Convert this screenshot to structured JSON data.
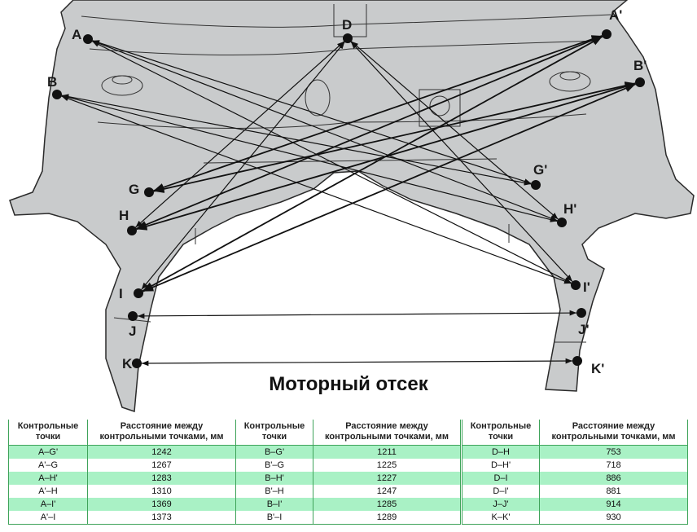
{
  "diagram": {
    "title": "Моторный отсек",
    "points": [
      {
        "id": "A",
        "label": "A"
      },
      {
        "id": "B",
        "label": "B"
      },
      {
        "id": "D",
        "label": "D"
      },
      {
        "id": "G",
        "label": "G"
      },
      {
        "id": "H",
        "label": "H"
      },
      {
        "id": "I",
        "label": "I"
      },
      {
        "id": "J",
        "label": "J"
      },
      {
        "id": "K",
        "label": "K"
      },
      {
        "id": "A'",
        "label": "A'"
      },
      {
        "id": "B'",
        "label": "B'"
      },
      {
        "id": "G'",
        "label": "G'"
      },
      {
        "id": "H'",
        "label": "H'"
      },
      {
        "id": "I'",
        "label": "I'"
      },
      {
        "id": "J'",
        "label": "J'"
      },
      {
        "id": "K'",
        "label": "K'"
      }
    ],
    "measurements": [
      [
        "A",
        "G'"
      ],
      [
        "A'",
        "G"
      ],
      [
        "A",
        "H'"
      ],
      [
        "A'",
        "H"
      ],
      [
        "A",
        "I'"
      ],
      [
        "A'",
        "I"
      ],
      [
        "B",
        "G'"
      ],
      [
        "B'",
        "G"
      ],
      [
        "B",
        "H'"
      ],
      [
        "B'",
        "H"
      ],
      [
        "B",
        "I'"
      ],
      [
        "B'",
        "I"
      ],
      [
        "D",
        "H"
      ],
      [
        "D",
        "H'"
      ],
      [
        "D",
        "I"
      ],
      [
        "D",
        "I'"
      ],
      [
        "J",
        "J'"
      ],
      [
        "K",
        "K'"
      ]
    ],
    "colors": {
      "body": "#c9cbcc",
      "outline": "#2a2a2a",
      "arrow": "#111111"
    }
  },
  "tables": [
    {
      "header": {
        "col1": "Контрольные точки",
        "col2": "Расстояние между контрольными точками, мм"
      },
      "rows": [
        {
          "pair": "A–G'",
          "distance": "1242"
        },
        {
          "pair": "A'–G",
          "distance": "1267"
        },
        {
          "pair": "A–H'",
          "distance": "1283"
        },
        {
          "pair": "A'–H",
          "distance": "1310"
        },
        {
          "pair": "A–I'",
          "distance": "1369"
        },
        {
          "pair": "A'–I",
          "distance": "1373"
        }
      ]
    },
    {
      "header": {
        "col1": "Контрольные точки",
        "col2": "Расстояние между контрольными точками, мм"
      },
      "rows": [
        {
          "pair": "B–G'",
          "distance": "1211"
        },
        {
          "pair": "B'–G",
          "distance": "1225"
        },
        {
          "pair": "B–H'",
          "distance": "1227"
        },
        {
          "pair": "B'–H",
          "distance": "1247"
        },
        {
          "pair": "B–I'",
          "distance": "1285"
        },
        {
          "pair": "B'–I",
          "distance": "1289"
        }
      ]
    },
    {
      "header": {
        "col1": "Контрольные точки",
        "col2": "Расстояние между контрольными точками, мм"
      },
      "rows": [
        {
          "pair": "D–H",
          "distance": "753"
        },
        {
          "pair": "D–H'",
          "distance": "718"
        },
        {
          "pair": "D–I",
          "distance": "886"
        },
        {
          "pair": "D–I'",
          "distance": "881"
        },
        {
          "pair": "J–J'",
          "distance": "914"
        },
        {
          "pair": "K–K'",
          "distance": "930"
        }
      ]
    }
  ],
  "table_colors": {
    "stripe": "#a9f1c5",
    "border": "#3fa35a"
  }
}
